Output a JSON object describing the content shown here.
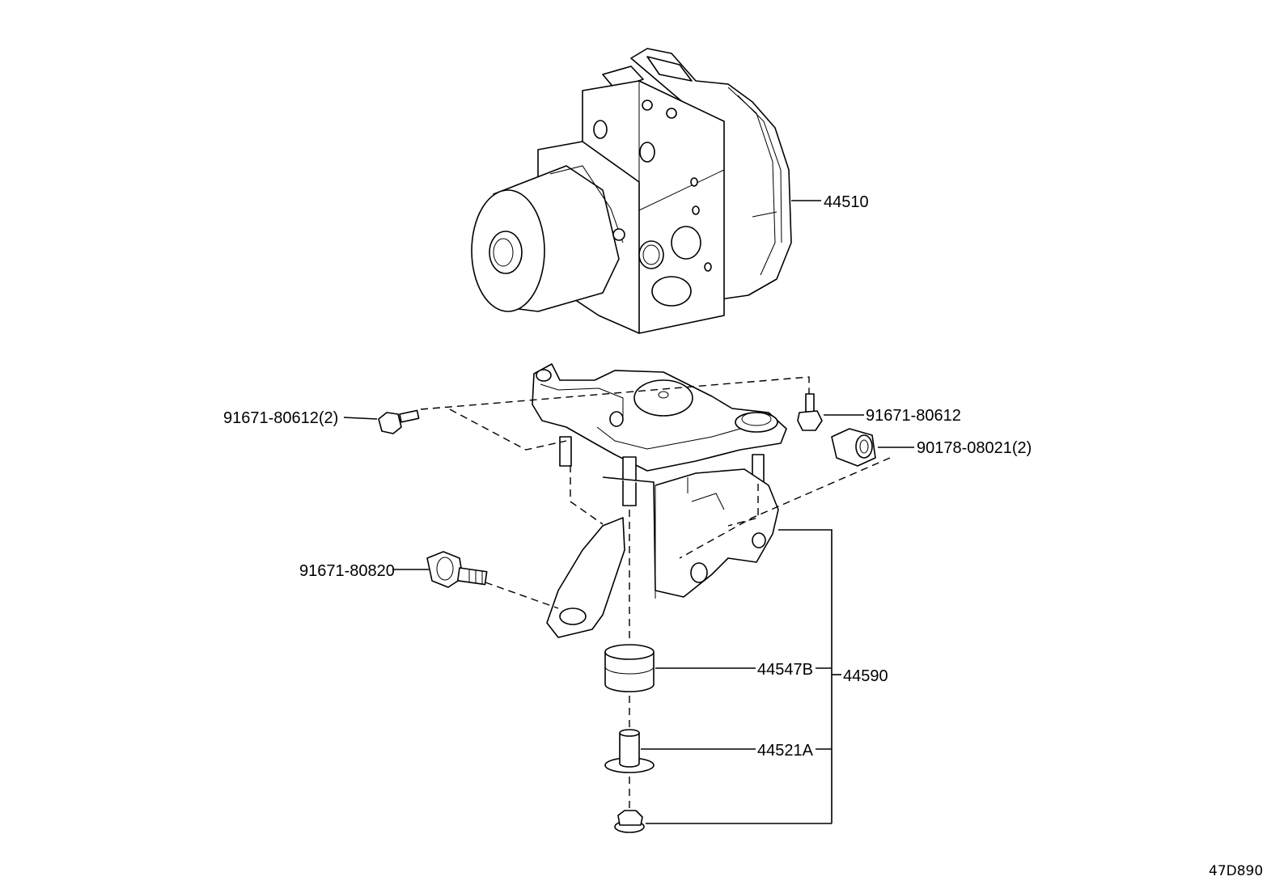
{
  "diagram": {
    "ref_code": "47D890",
    "labels": {
      "actuator": "44510",
      "bolt_left": "91671-80612(2)",
      "bolt_right": "91671-80612",
      "nut": "90178-08021(2)",
      "bolt_lower": "91671-80820",
      "cushion": "44547B",
      "collar": "44521A",
      "bracket_assy": "44590"
    }
  }
}
